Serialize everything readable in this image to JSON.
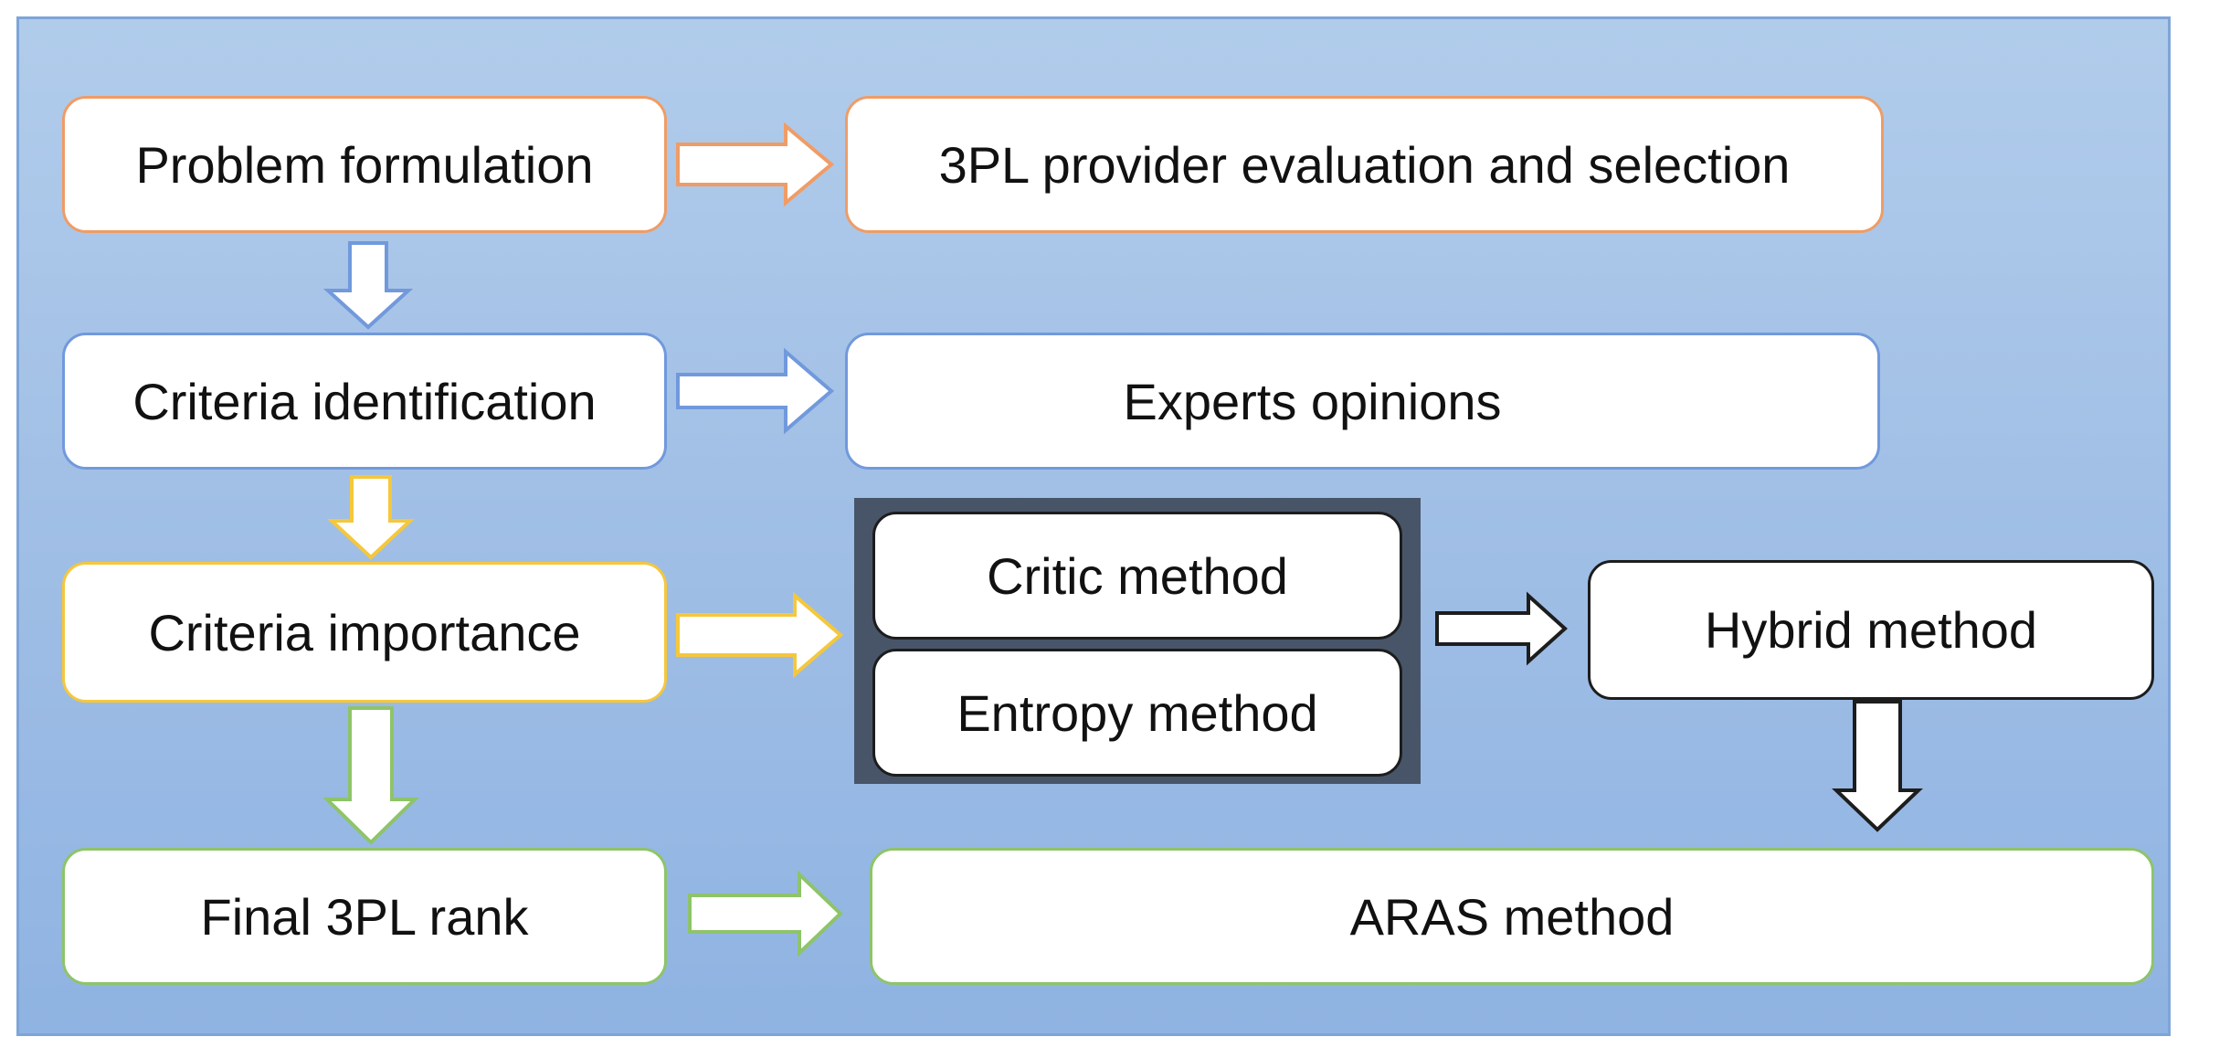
{
  "boxes": {
    "problem_formulation": "Problem formulation",
    "provider_evaluation": "3PL provider evaluation and selection",
    "criteria_identification": "Criteria identification",
    "experts_opinions": "Experts opinions",
    "criteria_importance": "Criteria importance",
    "critic_method": "Critic method",
    "entropy_method": "Entropy method",
    "hybrid_method": "Hybrid method",
    "final_rank": "Final 3PL rank",
    "aras_method": "ARAS method"
  },
  "colors": {
    "orange": "#ef9c66",
    "blue": "#7199dc",
    "yellow": "#f5c73b",
    "green": "#8ec469",
    "black": "#1d1d1d",
    "background": "#a2c0e6",
    "group_fill": "#485569"
  }
}
